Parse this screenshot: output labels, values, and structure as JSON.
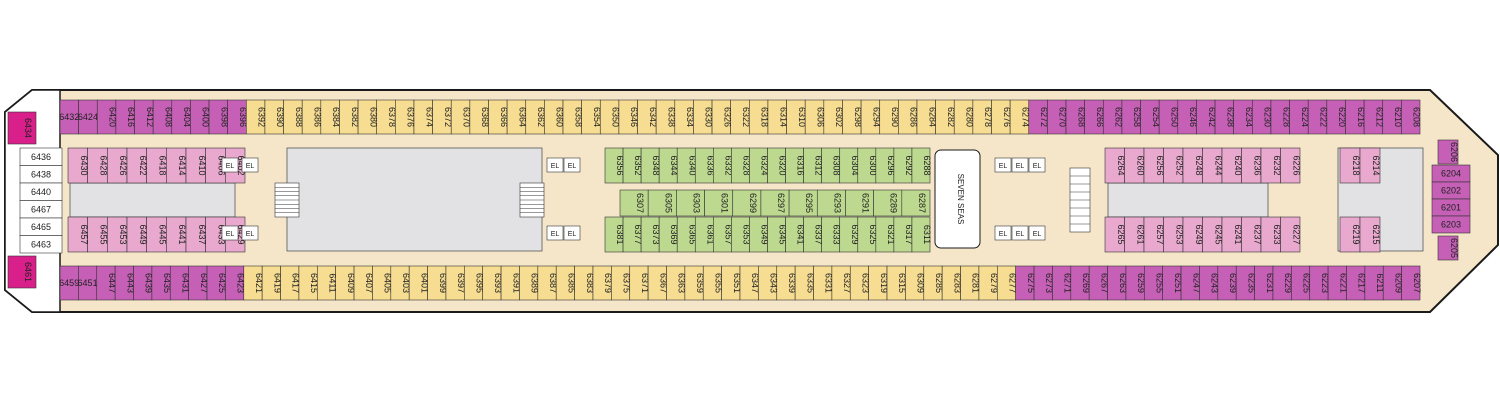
{
  "colors": {
    "purple": "#c560b6",
    "pink": "#e9a9ce",
    "yellow": "#f7dd91",
    "green": "#bcd98f",
    "magenta": "#d91f8a",
    "hall": "#f5e6c9",
    "void": "#e2e2e4",
    "hull": "#1a1a1a"
  },
  "elevator_label": "EL",
  "seven_seas": "SEVEN SEAS",
  "top_outer": [
    "6432",
    "6424",
    "6420",
    "6416",
    "6412",
    "6408",
    "6404",
    "6400",
    "6398",
    "6396",
    "6392",
    "6390",
    "6388",
    "6386",
    "6384",
    "6382",
    "6380",
    "6378",
    "6376",
    "6374",
    "6372",
    "6370",
    "6368",
    "6366",
    "6364",
    "6362",
    "6360",
    "6358",
    "6354",
    "6350",
    "6346",
    "6342",
    "6338",
    "6334",
    "6330",
    "6326",
    "6322",
    "6318",
    "6314",
    "6310",
    "6306",
    "6302",
    "6298",
    "6294",
    "6290",
    "6286",
    "6284",
    "6282",
    "6280",
    "6278",
    "6276",
    "6274",
    "6272",
    "6270",
    "6268",
    "6266",
    "6262",
    "6258",
    "6254",
    "6250",
    "6246",
    "6242",
    "6238",
    "6234",
    "6230",
    "6228",
    "6224",
    "6222",
    "6220",
    "6216",
    "6212",
    "6210",
    "6208"
  ],
  "bottom_outer": [
    "6459",
    "6451",
    "6447",
    "6443",
    "6439",
    "6435",
    "6431",
    "6427",
    "6425",
    "6423",
    "6421",
    "6419",
    "6417",
    "6415",
    "6411",
    "6409",
    "6407",
    "6405",
    "6403",
    "6401",
    "6399",
    "6397",
    "6395",
    "6393",
    "6391",
    "6389",
    "6387",
    "6385",
    "6383",
    "6379",
    "6375",
    "6371",
    "6367",
    "6363",
    "6359",
    "6355",
    "6351",
    "6347",
    "6343",
    "6339",
    "6335",
    "6331",
    "6327",
    "6323",
    "6319",
    "6315",
    "6309",
    "6285",
    "6283",
    "6281",
    "6279",
    "6277",
    "6275",
    "6273",
    "6271",
    "6269",
    "6267",
    "6263",
    "6259",
    "6255",
    "6251",
    "6247",
    "6243",
    "6239",
    "6235",
    "6231",
    "6229",
    "6225",
    "6223",
    "6221",
    "6217",
    "6211",
    "6209",
    "6207"
  ],
  "aft_side": [
    "6436",
    "6438",
    "6440",
    "6467",
    "6465",
    "6463"
  ],
  "aft_corners": [
    "6434",
    "6461"
  ],
  "fwd_end": [
    "6204",
    "6202",
    "6201",
    "6203"
  ],
  "fwd_corners": [
    "6206",
    "6205"
  ],
  "aft_block_top": [
    "6430",
    "6428",
    "6426",
    "6422",
    "6418",
    "6414",
    "6410",
    "6406",
    "6402"
  ],
  "aft_block_bottom": [
    "6457",
    "6455",
    "6453",
    "6449",
    "6445",
    "6441",
    "6437",
    "6433",
    "6429"
  ],
  "mid_inner_top": [
    "6356",
    "6352",
    "6348",
    "6344",
    "6340",
    "6336",
    "6332",
    "6328",
    "6324",
    "6320",
    "6316",
    "6312",
    "6308",
    "6304",
    "6300",
    "6296",
    "6292",
    "6288"
  ],
  "mid_inner_upper": [
    "6307",
    "6305",
    "6303",
    "6301",
    "6299",
    "6297",
    "6295",
    "6293",
    "6291",
    "6289",
    "6287"
  ],
  "mid_inner_bottom": [
    "6381",
    "6377",
    "6373",
    "6369",
    "6365",
    "6361",
    "6357",
    "6353",
    "6349",
    "6345",
    "6341",
    "6337",
    "6333",
    "6329",
    "6325",
    "6321",
    "6317",
    "6311"
  ],
  "fwd_block_top": [
    "6264",
    "6260",
    "6256",
    "6252",
    "6248",
    "6244",
    "6240",
    "6236",
    "6232",
    "6226"
  ],
  "fwd_block_bottom": [
    "6265",
    "6261",
    "6257",
    "6253",
    "6249",
    "6245",
    "6241",
    "6237",
    "6233",
    "6227"
  ],
  "fwd_small_top": [
    "6218",
    "6214"
  ],
  "fwd_small_bottom": [
    "6219",
    "6215"
  ]
}
